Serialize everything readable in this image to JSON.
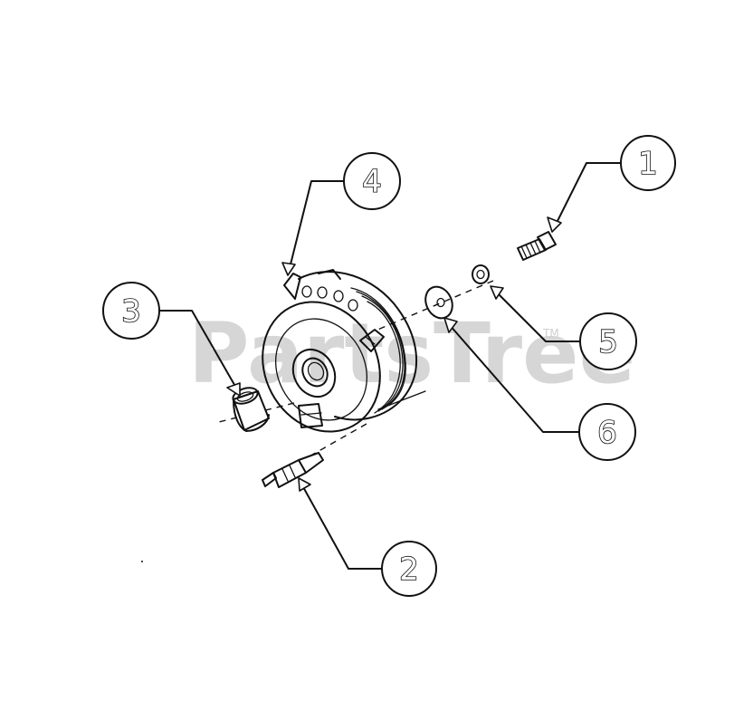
{
  "watermark": {
    "text": "PartsTree",
    "mark": "TM",
    "color": "#cfcfcf"
  },
  "callouts": [
    {
      "id": "callout-1",
      "number": "1"
    },
    {
      "id": "callout-2",
      "number": "2"
    },
    {
      "id": "callout-3",
      "number": "3"
    },
    {
      "id": "callout-4",
      "number": "4"
    },
    {
      "id": "callout-5",
      "number": "5"
    },
    {
      "id": "callout-6",
      "number": "6"
    }
  ]
}
